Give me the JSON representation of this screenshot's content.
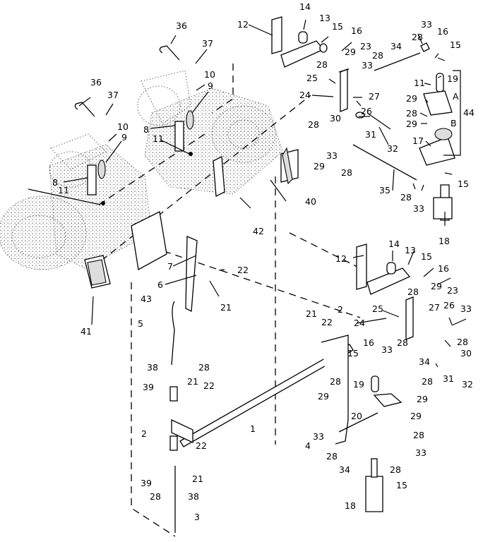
{
  "diagram": {
    "title": "Exploded parts view - control linkage",
    "callouts": {
      "c36a": "36",
      "c37a": "37",
      "c10a": "10",
      "c9a": "9",
      "c8a": "8",
      "c11a": "11",
      "c36b": "36",
      "c37b": "37",
      "c10b": "10",
      "c9b": "9",
      "c8b": "8",
      "c11b": "11",
      "c12a": "12",
      "c14a": "14",
      "c13a": "13",
      "c15a": "15",
      "c16a": "16",
      "c29a": "29",
      "c23a": "23",
      "c28a": "28",
      "c33a": "33",
      "c28b": "28",
      "c34a": "34",
      "c28c": "28",
      "c33b": "33",
      "c16b": "16",
      "c15b": "15",
      "c25a": "25",
      "c24a": "24",
      "c27a": "27",
      "c26a": "26",
      "c11c": "11",
      "c19a": "19",
      "cA": "A",
      "c29b": "29",
      "c28d": "28",
      "c29c": "29",
      "cB": "B",
      "c44": "44",
      "c17": "17",
      "c30a": "30",
      "c31a": "31",
      "c32a": "32",
      "c28e": "28",
      "c29d": "29",
      "c33c": "33",
      "c28f": "28",
      "c40": "40",
      "c35": "35",
      "c28g": "28",
      "c33d": "33",
      "c15c": "15",
      "c18a": "18",
      "c42": "42",
      "c41": "41",
      "c43": "43",
      "c7": "7",
      "c6": "6",
      "c22a": "22",
      "c21a": "21",
      "c12b": "12",
      "c14b": "14",
      "c13b": "13",
      "c15d": "15",
      "c16c": "16",
      "c28h": "28",
      "c29e": "29",
      "c23b": "23",
      "c25b": "25",
      "c24b": "24",
      "c27b": "27",
      "c26b": "26",
      "c33e": "33",
      "c28i": "28",
      "c30b": "30",
      "c31b": "31",
      "c32b": "32",
      "c21b": "21",
      "c22b": "22",
      "c2a": "2",
      "c16d": "16",
      "c15e": "15",
      "c33f": "33",
      "c28j": "28",
      "c34b": "34",
      "c5": "5",
      "c38a": "38",
      "c28k": "28",
      "c39a": "39",
      "c21c": "21",
      "c22c": "22",
      "c1": "1",
      "c28l": "28",
      "c29f": "29",
      "c19b": "19",
      "c28m": "28",
      "c29g": "29",
      "c20": "20",
      "c29h": "29",
      "c28n": "28",
      "c33g": "33",
      "c4": "4",
      "c28o": "28",
      "c34c": "34",
      "c28p": "28",
      "c33h": "33",
      "c15f": "15",
      "c18b": "18",
      "c2b": "2",
      "c22d": "22",
      "c21d": "21",
      "c39b": "39",
      "c38b": "38",
      "c28q": "28",
      "c3": "3"
    }
  }
}
